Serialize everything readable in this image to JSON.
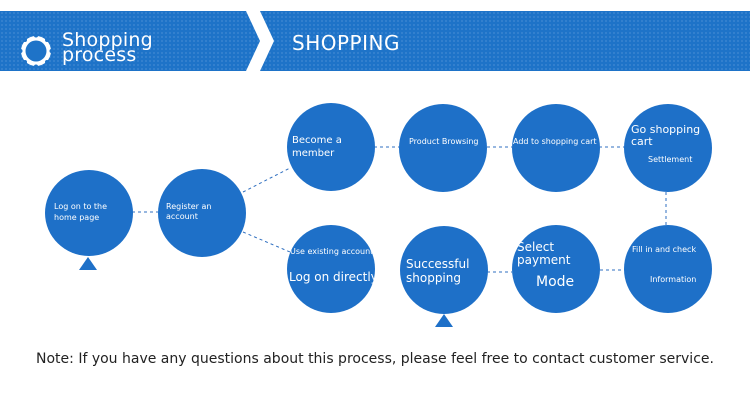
{
  "header": {
    "title_line1": "Shopping",
    "title_line2": "process",
    "section_title": "SHOPPING",
    "logo_icon": "badge-ring-icon",
    "color": "#1e73c8"
  },
  "nodes": {
    "log_on": {
      "line1": "Log on to the",
      "line2": "home page"
    },
    "register": {
      "line1": "Register an",
      "line2": "account"
    },
    "become_member": {
      "line1": "Become a",
      "line2": "member"
    },
    "product_browsing": {
      "line1": "Product Browsing"
    },
    "add_to_cart": {
      "line1": "Add to shopping cart"
    },
    "go_cart": {
      "line1": "Go shopping",
      "line2": "cart",
      "line3": "Settlement"
    },
    "use_existing": {
      "line1": "Use existing account",
      "line2": "Log on directly"
    },
    "successful": {
      "line1": "Successful",
      "line2": "shopping"
    },
    "select_payment": {
      "line1": "Select",
      "line2": "payment",
      "line3": "Mode"
    },
    "fill_check": {
      "line1": "Fill in and check",
      "line2": "Information"
    }
  },
  "note": "Note: If you have any questions about this process, please feel free to contact customer service.",
  "colors": {
    "node": "#1e70c8",
    "line": "#2f6fc0"
  }
}
